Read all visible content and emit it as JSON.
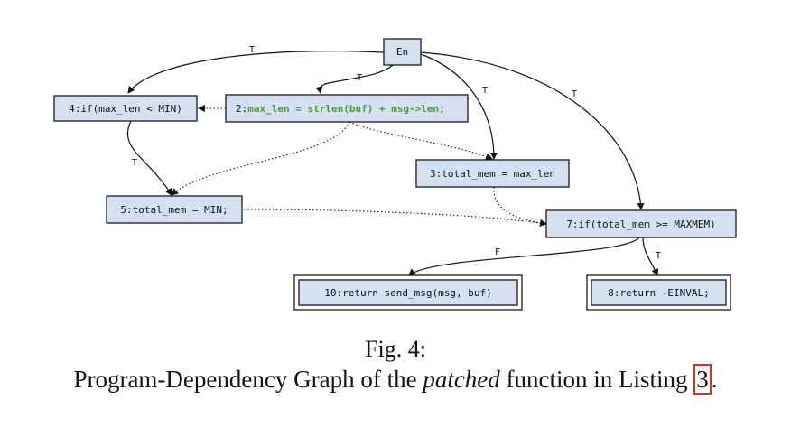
{
  "diagram": {
    "nodes": {
      "entry": "En",
      "n2_prefix": "2:",
      "n2_code": "max_len = strlen(buf) + msg->len;",
      "n3": "3:total_mem = max_len",
      "n4": "4:if(max_len < MIN)",
      "n5": "5:total_mem = MIN;",
      "n7": "7:if(total_mem >= MAXMEM)",
      "n8": "8:return -EINVAL;",
      "n10": "10:return send_msg(msg, buf)"
    },
    "edge_labels": {
      "en_to_4": "T",
      "en_to_2": "T",
      "en_to_3": "T",
      "en_to_7": "T",
      "n4_to_5": "T",
      "n7_to_10": "F",
      "n7_to_8": "T"
    },
    "colors": {
      "node_fill": "#d5e1f1",
      "highlight_text": "#4b9a3a",
      "reference_box": "#d93025"
    }
  },
  "caption": {
    "figure_label": "Fig. 4:",
    "desc_before": "Program-Dependency Graph of the ",
    "desc_emphasis": "patched",
    "desc_after": " function in Listing ",
    "listing_ref": "3",
    "desc_end": "."
  }
}
